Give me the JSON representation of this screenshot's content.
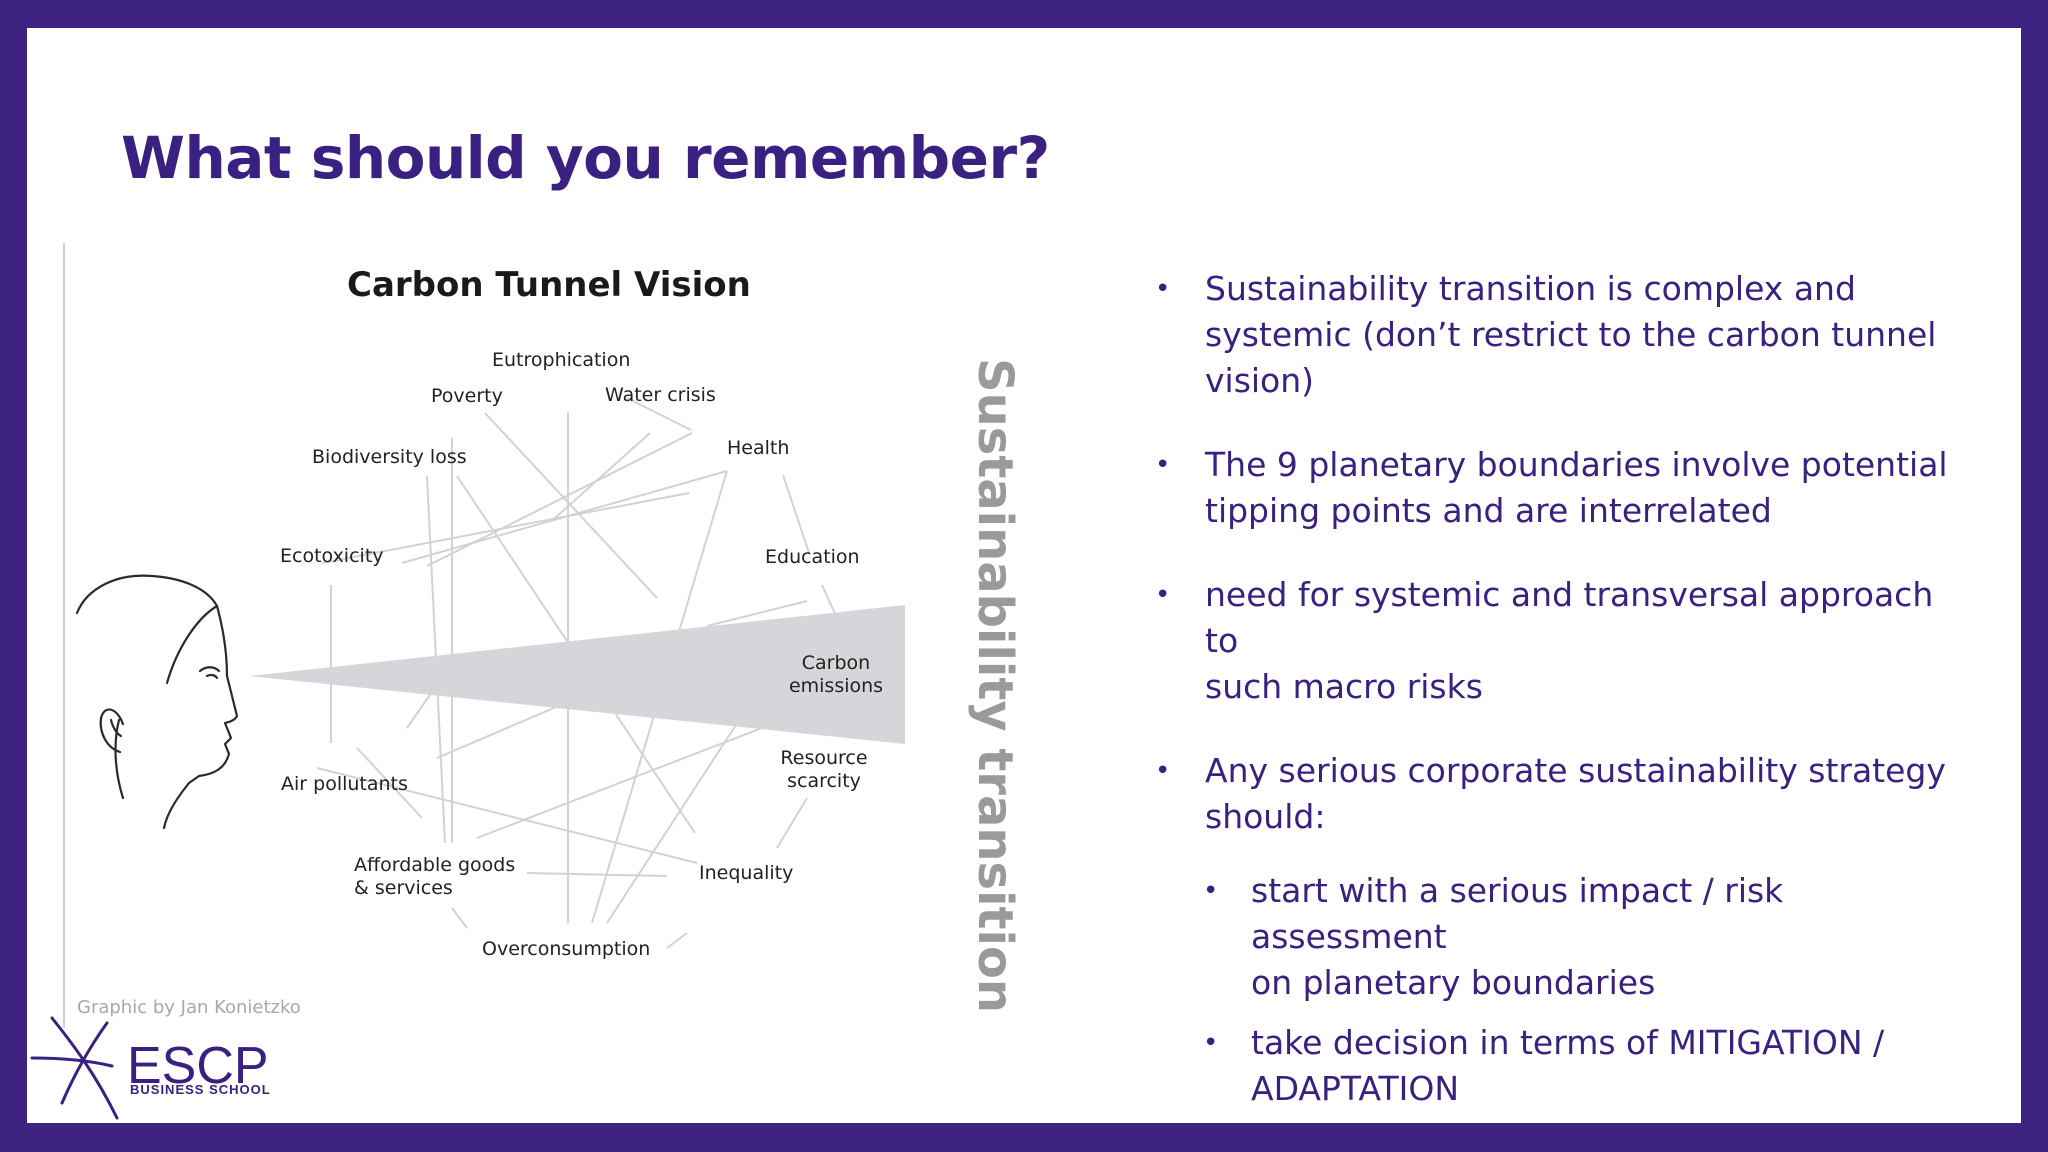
{
  "slide": {
    "title": "What should you remember?"
  },
  "diagram": {
    "title": "Carbon Tunnel Vision",
    "vertical_label": "Sustainability transition",
    "credit": "Graphic by Jan Konietzko",
    "labels": {
      "eutrophication": "Eutrophication",
      "poverty": "Poverty",
      "water_crisis": "Water crisis",
      "biodiversity_loss": "Biodiversity loss",
      "health": "Health",
      "ecotoxicity": "Ecotoxicity",
      "education": "Education",
      "carbon_1": "Carbon",
      "carbon_2": "emissions",
      "resource_1": "Resource",
      "resource_2": "scarcity",
      "air_pollutants": "Air pollutants",
      "inequality": "Inequality",
      "affordable_1": "Affordable goods",
      "affordable_2": "& services",
      "overconsumption": "Overconsumption"
    },
    "colors": {
      "lines": "#d2d2d6",
      "tunnel": "#d6d6da",
      "text": "#222222"
    }
  },
  "logo": {
    "name": "ESCP",
    "subtitle": "BUSINESS SCHOOL"
  },
  "bullets": {
    "b1": [
      "Sustainability transition is complex and",
      "systemic (don’t restrict to the carbon tunnel",
      "vision)"
    ],
    "b2": [
      "The 9 planetary boundaries involve potential",
      "tipping points and are interrelated"
    ],
    "b3": [
      "need for systemic and transversal approach to",
      "such macro risks"
    ],
    "b4": [
      "Any serious corporate sustainability strategy",
      "should:"
    ],
    "s1": [
      "start with a serious impact / risk assessment",
      "on planetary boundaries"
    ],
    "s2": [
      "take decision in terms of MITIGATION /",
      "ADAPTATION"
    ]
  },
  "bullet_symbol": "•",
  "theme": {
    "frame": "#3f2383",
    "accent": "#3a2080"
  }
}
